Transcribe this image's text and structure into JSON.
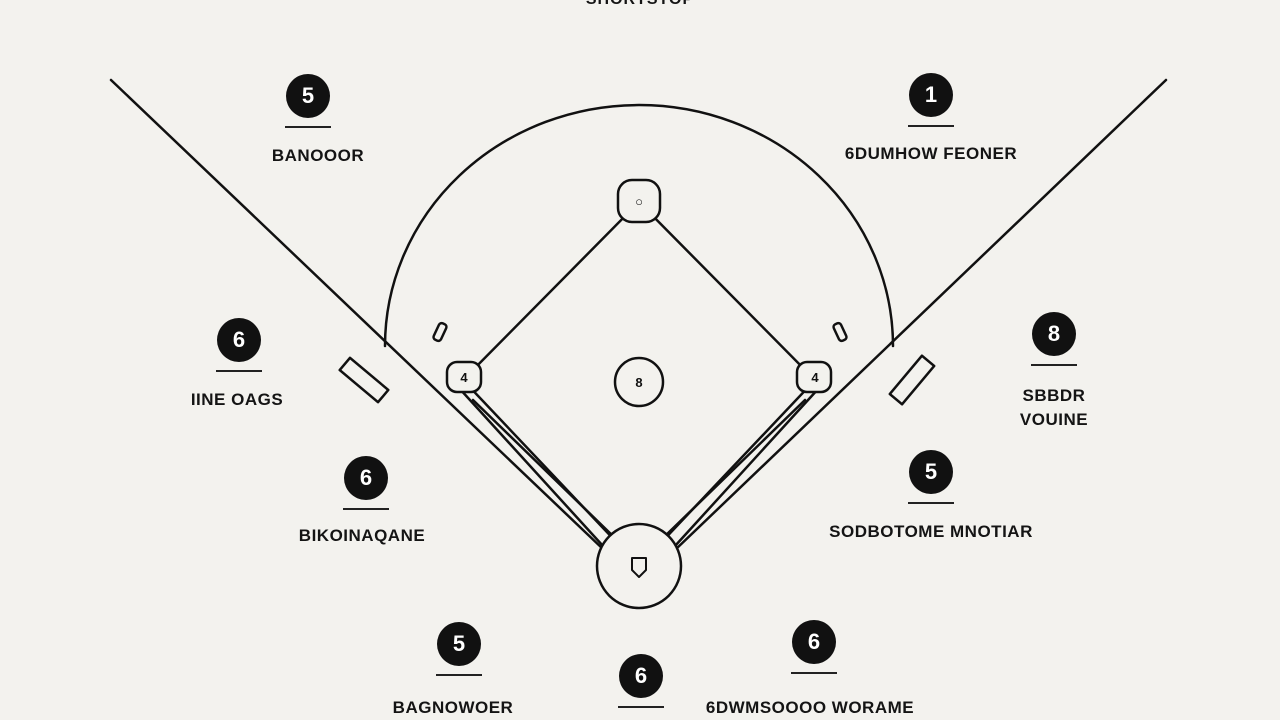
{
  "diagram": {
    "title": "SHORTSTOP",
    "markers": [
      {
        "id": "m1",
        "number": "5",
        "label": "BANOOOR"
      },
      {
        "id": "m2",
        "number": "1",
        "label": "6DUMHOW FEONER"
      },
      {
        "id": "m3",
        "number": "6",
        "label": "IINE OAGS"
      },
      {
        "id": "m4",
        "number": "8",
        "label": "SBBDR\nVOUINE"
      },
      {
        "id": "m5",
        "number": "6",
        "label": "BIKOINAQANE"
      },
      {
        "id": "m6",
        "number": "5",
        "label": "SODBOTOME MNOTIAR"
      },
      {
        "id": "m7",
        "number": "5",
        "label": "BAGNOWOER"
      },
      {
        "id": "m8",
        "number": "6",
        "label": ""
      },
      {
        "id": "m9",
        "number": "6",
        "label": "6DWMSOOOO WORAME"
      }
    ],
    "bases": {
      "second": "○",
      "first": "4",
      "third": "4",
      "mound": "8"
    }
  }
}
